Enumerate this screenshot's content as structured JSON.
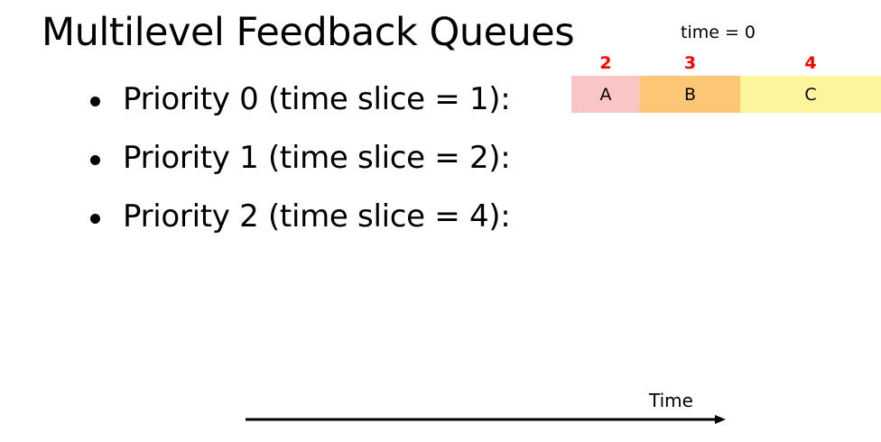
{
  "slide": {
    "title": "Multilevel Feedback Queues",
    "time_counter": "time = 0"
  },
  "priorities": [
    {
      "label": "Priority 0 (time slice = 1):"
    },
    {
      "label": "Priority 1 (time slice = 2):"
    },
    {
      "label": "Priority 2 (time slice = 4):"
    }
  ],
  "queue": {
    "jobs": [
      {
        "name": "A",
        "remaining": "2",
        "color": "#f9c5c5"
      },
      {
        "name": "B",
        "remaining": "3",
        "color": "#fbc675"
      },
      {
        "name": "C",
        "remaining": "4",
        "color": "#fdf59e"
      }
    ],
    "remaining_color": "#ff0000"
  },
  "time_axis": {
    "label": "Time"
  }
}
